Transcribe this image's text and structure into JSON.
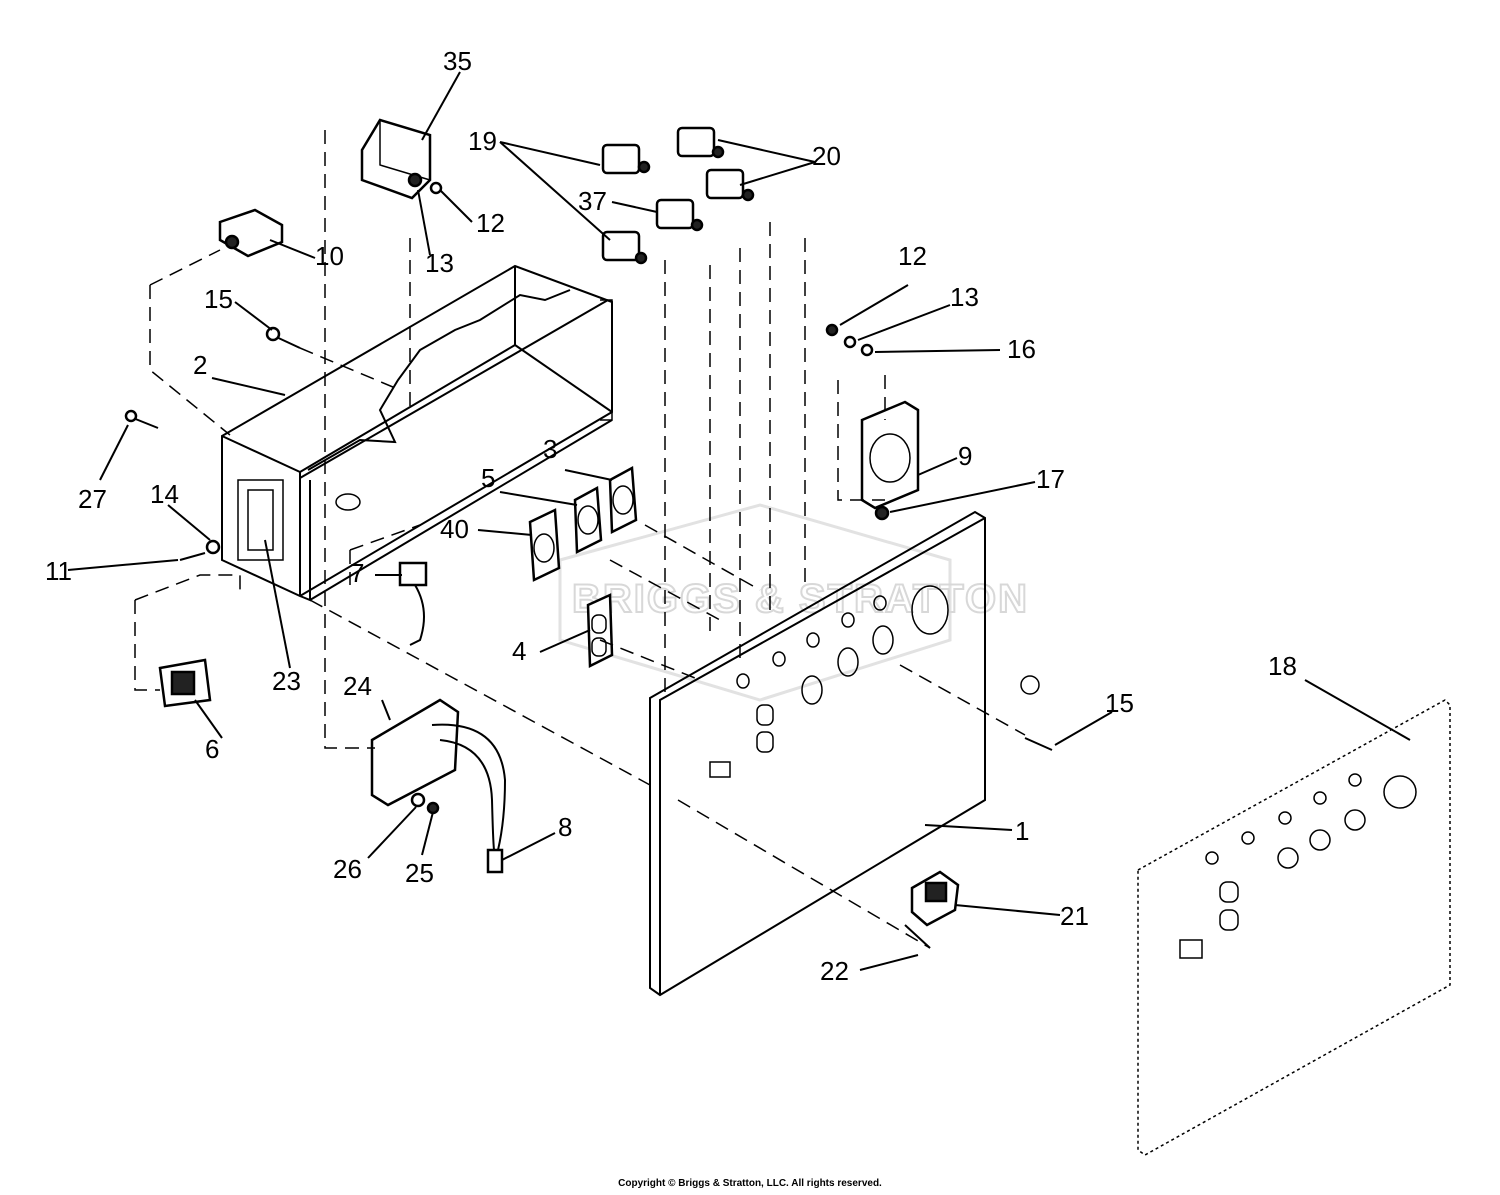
{
  "watermark": "BRIGGS & STRATTON",
  "copyright": "Copyright © Briggs & Stratton, LLC. All rights reserved.",
  "callouts": [
    {
      "id": "35",
      "text": "35"
    },
    {
      "id": "19",
      "text": "19"
    },
    {
      "id": "20",
      "text": "20"
    },
    {
      "id": "37",
      "text": "37"
    },
    {
      "id": "12a",
      "text": "12"
    },
    {
      "id": "13a",
      "text": "13"
    },
    {
      "id": "10",
      "text": "10"
    },
    {
      "id": "15a",
      "text": "15"
    },
    {
      "id": "2",
      "text": "2"
    },
    {
      "id": "12b",
      "text": "12"
    },
    {
      "id": "13b",
      "text": "13"
    },
    {
      "id": "16",
      "text": "16"
    },
    {
      "id": "9",
      "text": "9"
    },
    {
      "id": "17",
      "text": "17"
    },
    {
      "id": "27",
      "text": "27"
    },
    {
      "id": "14",
      "text": "14"
    },
    {
      "id": "3",
      "text": "3"
    },
    {
      "id": "5",
      "text": "5"
    },
    {
      "id": "40",
      "text": "40"
    },
    {
      "id": "11",
      "text": "11"
    },
    {
      "id": "7",
      "text": "7"
    },
    {
      "id": "4",
      "text": "4"
    },
    {
      "id": "23",
      "text": "23"
    },
    {
      "id": "24",
      "text": "24"
    },
    {
      "id": "6",
      "text": "6"
    },
    {
      "id": "18",
      "text": "18"
    },
    {
      "id": "15b",
      "text": "15"
    },
    {
      "id": "8",
      "text": "8"
    },
    {
      "id": "1",
      "text": "1"
    },
    {
      "id": "26",
      "text": "26"
    },
    {
      "id": "25",
      "text": "25"
    },
    {
      "id": "21",
      "text": "21"
    },
    {
      "id": "22",
      "text": "22"
    }
  ]
}
